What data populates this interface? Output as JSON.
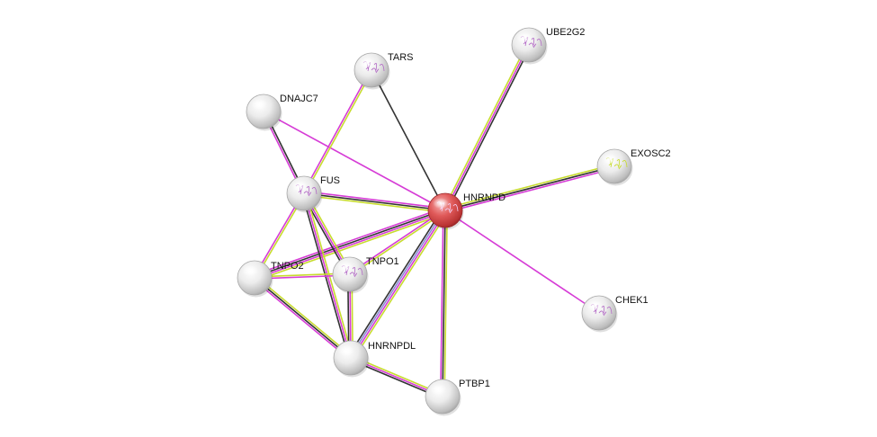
{
  "network": {
    "nodes": [
      {
        "id": "HNRNPD",
        "label": "HNRNPD",
        "query": true,
        "structure": true
      },
      {
        "id": "UBE2G2",
        "label": "UBE2G2",
        "query": false,
        "structure": true
      },
      {
        "id": "TARS",
        "label": "TARS",
        "query": false,
        "structure": true
      },
      {
        "id": "DNAJC7",
        "label": "DNAJC7",
        "query": false,
        "structure": false
      },
      {
        "id": "EXOSC2",
        "label": "EXOSC2",
        "query": false,
        "structure": true
      },
      {
        "id": "FUS",
        "label": "FUS",
        "query": false,
        "structure": true
      },
      {
        "id": "TNPO2",
        "label": "TNPO2",
        "query": false,
        "structure": false
      },
      {
        "id": "TNPO1",
        "label": "TNPO1",
        "query": false,
        "structure": true
      },
      {
        "id": "CHEK1",
        "label": "CHEK1",
        "query": false,
        "structure": true
      },
      {
        "id": "HNRNPDL",
        "label": "HNRNPDL",
        "query": false,
        "structure": false
      },
      {
        "id": "PTBP1",
        "label": "PTBP1",
        "query": false,
        "structure": false
      }
    ],
    "edges": [
      {
        "a": "HNRNPD",
        "b": "UBE2G2",
        "types": [
          "textmining",
          "experiments",
          "coexpression"
        ]
      },
      {
        "a": "HNRNPD",
        "b": "TARS",
        "types": [
          "coexpression"
        ]
      },
      {
        "a": "HNRNPD",
        "b": "DNAJC7",
        "types": [
          "experiments"
        ]
      },
      {
        "a": "HNRNPD",
        "b": "EXOSC2",
        "types": [
          "textmining",
          "coexpression",
          "experiments"
        ]
      },
      {
        "a": "HNRNPD",
        "b": "FUS",
        "types": [
          "textmining",
          "coexpression",
          "experiments"
        ]
      },
      {
        "a": "HNRNPD",
        "b": "TNPO2",
        "types": [
          "textmining",
          "experiments",
          "coexpression",
          "experiments"
        ]
      },
      {
        "a": "HNRNPD",
        "b": "TNPO1",
        "types": [
          "textmining",
          "experiments"
        ]
      },
      {
        "a": "HNRNPD",
        "b": "CHEK1",
        "types": [
          "experiments"
        ]
      },
      {
        "a": "HNRNPD",
        "b": "HNRNPDL",
        "types": [
          "textmining",
          "experiments",
          "homology",
          "coexpression"
        ]
      },
      {
        "a": "HNRNPD",
        "b": "PTBP1",
        "types": [
          "textmining",
          "coexpression",
          "experiments"
        ]
      },
      {
        "a": "TARS",
        "b": "FUS",
        "types": [
          "textmining",
          "experiments"
        ]
      },
      {
        "a": "DNAJC7",
        "b": "FUS",
        "types": [
          "coexpression",
          "experiments"
        ]
      },
      {
        "a": "FUS",
        "b": "TNPO2",
        "types": [
          "textmining",
          "experiments"
        ]
      },
      {
        "a": "FUS",
        "b": "TNPO1",
        "types": [
          "textmining",
          "experiments",
          "coexpression"
        ]
      },
      {
        "a": "FUS",
        "b": "HNRNPDL",
        "types": [
          "textmining",
          "experiments",
          "coexpression"
        ]
      },
      {
        "a": "TNPO2",
        "b": "TNPO1",
        "types": [
          "textmining",
          "experiments"
        ]
      },
      {
        "a": "TNPO2",
        "b": "HNRNPDL",
        "types": [
          "textmining",
          "coexpression",
          "experiments"
        ]
      },
      {
        "a": "TNPO1",
        "b": "HNRNPDL",
        "types": [
          "textmining",
          "experiments",
          "coexpression"
        ]
      },
      {
        "a": "HNRNPDL",
        "b": "PTBP1",
        "types": [
          "textmining",
          "experiments",
          "coexpression"
        ]
      }
    ],
    "edge_colors": {
      "textmining": "#c7dc2e",
      "experiments": "#d63cd6",
      "coexpression": "#333333",
      "homology": "#8c8cd6"
    },
    "node_colors": {
      "query": "#d44a4a",
      "neighbor": "#e4e4e4",
      "structure_glyph": "#b36ac6"
    }
  }
}
